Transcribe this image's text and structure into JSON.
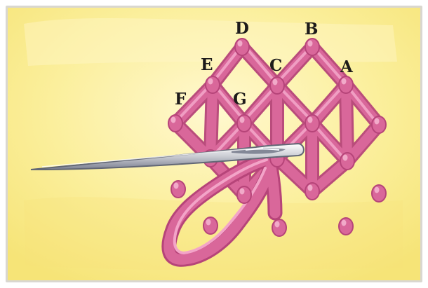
{
  "diagram": {
    "labels": {
      "a": "A",
      "b": "B",
      "c": "C",
      "d": "D",
      "e": "E",
      "f": "F",
      "g": "G"
    },
    "colors": {
      "fabric": "#fbef9c",
      "fabric_glow": "#fff8cf",
      "frame": "#d9d7d0",
      "thread": "#d9679a",
      "thread_light": "#f3a4c8",
      "thread_dark": "#b64479",
      "needle": "#c9cbd2",
      "needle_edge": "#626775",
      "label": "#1d1b1a"
    },
    "icons": [
      "needle-icon",
      "thread-icon"
    ]
  }
}
